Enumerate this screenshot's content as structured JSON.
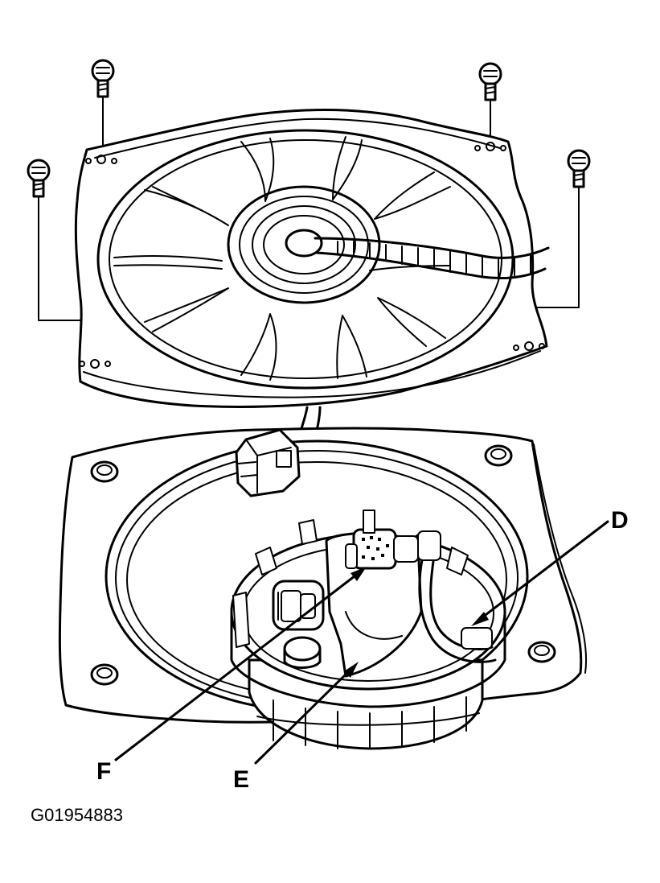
{
  "callouts": {
    "d": "D",
    "e": "E",
    "f": "F"
  },
  "figure_id": "G01954883"
}
